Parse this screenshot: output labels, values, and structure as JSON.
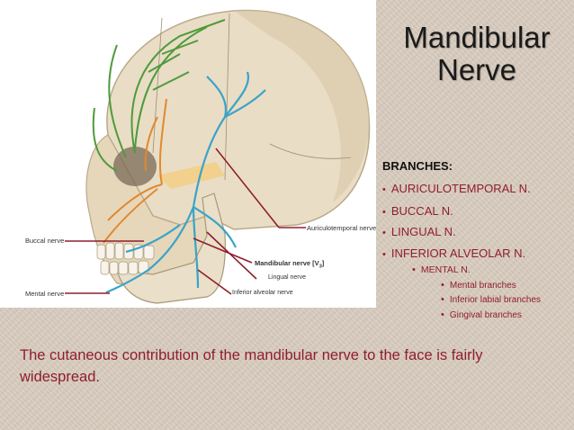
{
  "slide": {
    "title_line1": "Mandibular",
    "title_line2": "Nerve",
    "branches_heading": "BRANCHES:",
    "branches": [
      "AURICULOTEMPORAL N.",
      "BUCCAL N.",
      "LINGUAL N.",
      "INFERIOR ALVEOLAR N."
    ],
    "mental_heading": "MENTAL N.",
    "mental_sub": [
      "Mental branches",
      "Inferior labial branches",
      "Gingival branches"
    ],
    "caption": "The cutaneous contribution of the mandibular nerve to the face is fairly widespread.",
    "bullet_glyph": "•",
    "accent_color": "#8f1e2f"
  },
  "figure": {
    "labels": {
      "auriculotemporal": "Auriculotemporal nerve",
      "buccal": "Buccal nerve",
      "mandibular": "Mandibular nerve [V",
      "mandibular_sub": "3",
      "mandibular_end": "]",
      "lingual": "Lingual nerve",
      "inferior_alveolar": "Inferior alveolar nerve",
      "mental": "Mental nerve"
    }
  }
}
